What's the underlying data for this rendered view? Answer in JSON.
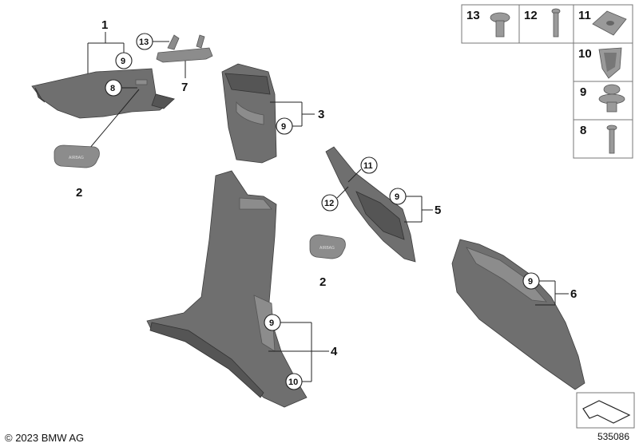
{
  "footer": {
    "copyright": "© 2023 BMW AG",
    "diagram_id": "535086"
  },
  "callouts": {
    "n1": "1",
    "n2a": "2",
    "n2b": "2",
    "n3": "3",
    "n4": "4",
    "n5": "5",
    "n6": "6",
    "n7": "7",
    "c9_1": "9",
    "c8_1": "8",
    "c13_7": "13",
    "c9_3": "9",
    "c11_5": "11",
    "c12_5": "12",
    "c9_5": "9",
    "c9_4": "9",
    "c10_4": "10",
    "c9_6": "9"
  },
  "hardware_table": {
    "h13": "13",
    "h12": "12",
    "h11": "11",
    "h10": "10",
    "h9": "9",
    "h8": "8"
  }
}
